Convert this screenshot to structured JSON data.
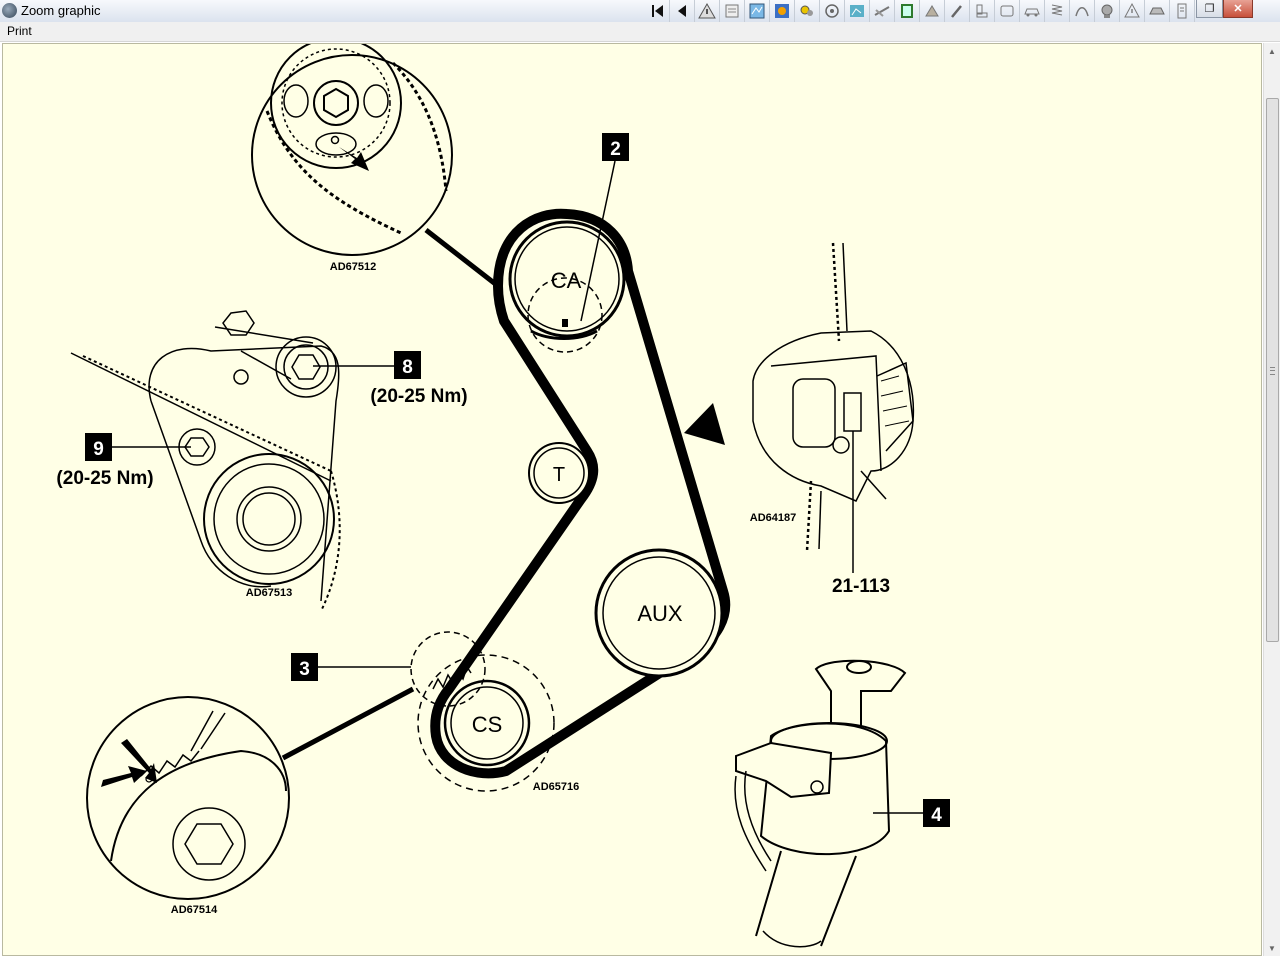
{
  "window": {
    "title": "Zoom graphic"
  },
  "menu": {
    "print": "Print"
  },
  "toolbar": {
    "buttons": [
      {
        "name": "first-page-icon",
        "glyph": "⏮"
      },
      {
        "name": "previous-icon",
        "glyph": "◀"
      },
      {
        "name": "warning-icon",
        "glyph": "⚠"
      },
      {
        "name": "document-icon",
        "glyph": ""
      },
      {
        "name": "wiring-icon",
        "glyph": ""
      },
      {
        "name": "engine-icon",
        "glyph": ""
      },
      {
        "name": "tools-icon",
        "glyph": ""
      },
      {
        "name": "wheel-icon",
        "glyph": ""
      },
      {
        "name": "body-icon",
        "glyph": ""
      },
      {
        "name": "exhaust-icon",
        "glyph": ""
      },
      {
        "name": "electrical-icon",
        "glyph": ""
      },
      {
        "name": "cooling-icon",
        "glyph": ""
      },
      {
        "name": "brush-icon",
        "glyph": ""
      },
      {
        "name": "seat-icon",
        "glyph": ""
      },
      {
        "name": "window-icon",
        "glyph": ""
      },
      {
        "name": "car-icon",
        "glyph": ""
      },
      {
        "name": "suspension-icon",
        "glyph": ""
      },
      {
        "name": "steering-icon",
        "glyph": ""
      },
      {
        "name": "brake-icon",
        "glyph": ""
      },
      {
        "name": "caution-icon",
        "glyph": ""
      },
      {
        "name": "vehicle-icon",
        "glyph": ""
      },
      {
        "name": "notes-icon",
        "glyph": ""
      }
    ]
  },
  "window_buttons": {
    "restore": "❐",
    "close": "✕"
  },
  "diagram": {
    "pulleys": {
      "camshaft": "CA",
      "tensioner": "T",
      "auxiliary": "AUX",
      "crankshaft": "CS"
    },
    "callouts": {
      "c2": "2",
      "c3": "3",
      "c4": "4",
      "c8": "8",
      "c9": "9"
    },
    "torque_8": "(20-25 Nm)",
    "torque_9": "(20-25 Nm)",
    "tool_ref": "21-113",
    "figure_refs": {
      "camshaft_detail": "AD67512",
      "tensioner_detail": "AD67513",
      "crank_detail": "AD67514",
      "tool_detail": "AD64187",
      "crank_zone": "AD65716"
    }
  },
  "colors": {
    "canvas_bg": "#ffffe6",
    "ink": "#000000"
  }
}
